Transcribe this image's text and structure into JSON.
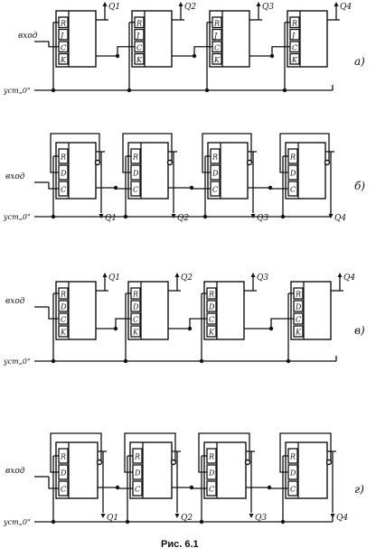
{
  "figure": {
    "caption": "Рис. 6.1",
    "ink": "#111111",
    "paper": "#ffffff"
  },
  "diagrams": [
    {
      "id": "a",
      "label": "a)",
      "input_label": "вход",
      "reset_label": "уст„0\"",
      "pins": [
        "R",
        "J",
        "C",
        "K"
      ],
      "outputs": [
        "Q1",
        "Q2",
        "Q3",
        "Q4"
      ]
    },
    {
      "id": "b",
      "label": "б)",
      "input_label": "вход",
      "reset_label": "уст„0\"",
      "pins": [
        "R",
        "D",
        "C"
      ],
      "outputs": [
        "Q1",
        "Q2",
        "Q3",
        "Q4"
      ]
    },
    {
      "id": "c",
      "label": "в)",
      "input_label": "вход",
      "reset_label": "уст„0\"",
      "pins": [
        "R",
        "D",
        "C",
        "K"
      ],
      "outputs": [
        "Q1",
        "Q2",
        "Q3",
        "Q4"
      ]
    },
    {
      "id": "d",
      "label": "г)",
      "input_label": "вход",
      "reset_label": "уст„0\"",
      "pins": [
        "R",
        "D",
        "C"
      ],
      "outputs": [
        "Q1",
        "Q2",
        "Q3",
        "Q4"
      ]
    }
  ]
}
